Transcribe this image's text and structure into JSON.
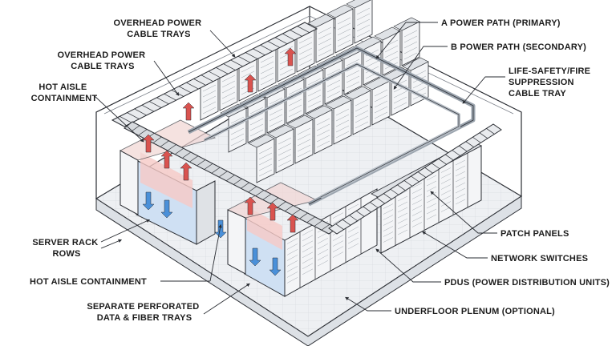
{
  "labels": {
    "overhead_power_trays_top": [
      "OVERHEAD POWER",
      "CABLE TRAYS"
    ],
    "overhead_power_trays_mid": [
      "OVERHEAD POWER",
      "CABLE TRAYS"
    ],
    "hot_aisle_containment_upper": [
      "HOT AISLE",
      "CONTAINMENT"
    ],
    "server_rack_rows": [
      "SERVER RACK",
      "ROWS"
    ],
    "hot_aisle_containment_lower": "HOT AISLE CONTAINMENT",
    "perforated_trays": [
      "SEPARATE PERFORATED",
      "DATA & FIBER TRAYS"
    ],
    "a_power_path": "A POWER PATH (PRIMARY)",
    "b_power_path": "B POWER PATH (SECONDARY)",
    "fire_cable_tray": [
      "LIFE-SAFETY/FIRE",
      "SUPPRESSION",
      "CABLE TRAY"
    ],
    "patch_panels": "PATCH PANELS",
    "network_switches": "NETWORK SWITCHES",
    "pdus": "PDUS (POWER DISTRIBUTION UNITS)",
    "underfloor_plenum": "UNDERFLOOR PLENUM (OPTIONAL)"
  },
  "colors": {
    "line": "#2a2d33",
    "rack_face": "#f4f5f7",
    "rack_side": "#dfe2e6",
    "floor": "#eef0f3",
    "hot_air": "#d9534f",
    "cold_air": "#4a90d9",
    "containment_glass": "#cfe0f3",
    "hot_glow": "#f6c9c6"
  }
}
